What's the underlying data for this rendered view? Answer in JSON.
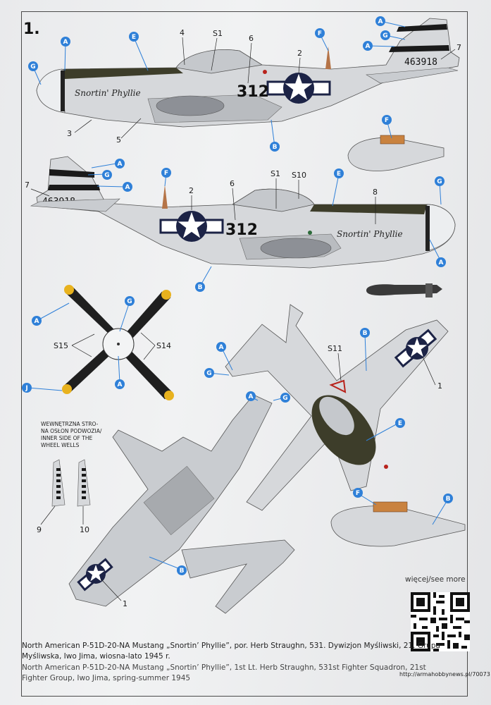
{
  "sheet": {
    "profile_number": "1.",
    "serial": "463918",
    "fuselage_code": "312",
    "nose_art": "Snortin' Phyllie"
  },
  "callouts": {
    "A": "A",
    "B": "B",
    "E": "E",
    "F": "F",
    "G": "G",
    "J": "J"
  },
  "decal_numbers": {
    "n1": "1",
    "n2": "2",
    "n3": "3",
    "n4": "4",
    "n5": "5",
    "n6": "6",
    "n7": "7",
    "n8": "8",
    "n9": "9",
    "n10": "10",
    "s1": "S1",
    "s10": "S10",
    "s11": "S11",
    "s14": "S14",
    "s15": "S15"
  },
  "wheel_wells_note": [
    "WEWNĘTRZNA STRO-",
    "NA OSŁON PODWOZIA/",
    "INNER SIDE OF THE",
    "WHEEL WELLS"
  ],
  "see_more": "więcej/see more",
  "url": "http://armahobbynews.pl/70073",
  "caption_pl": "North American P-51D-20-NA Mustang „Snortin’ Phyllie”, por. Herb Straughn, 531. Dywizjon Myśliwski, 21. Grupa Myśliwska, Iwo Jima, wiosna-lato 1945 r.",
  "caption_en": "North American P-51D-20-NA Mustang „Snortin’ Phyllie”, 1st Lt. Herb Straughn, 531st Fighter Squadron, 21st Fighter Group, Iwo Jima, spring-summer 1945",
  "colors": {
    "callout": "#2f80d8",
    "aluminium": "#d6d8db",
    "olive_drab": "#3d3d2a",
    "insignia_blue": "#1c2346",
    "red": "#b8231c",
    "prop_yellow": "#e8b21e"
  }
}
